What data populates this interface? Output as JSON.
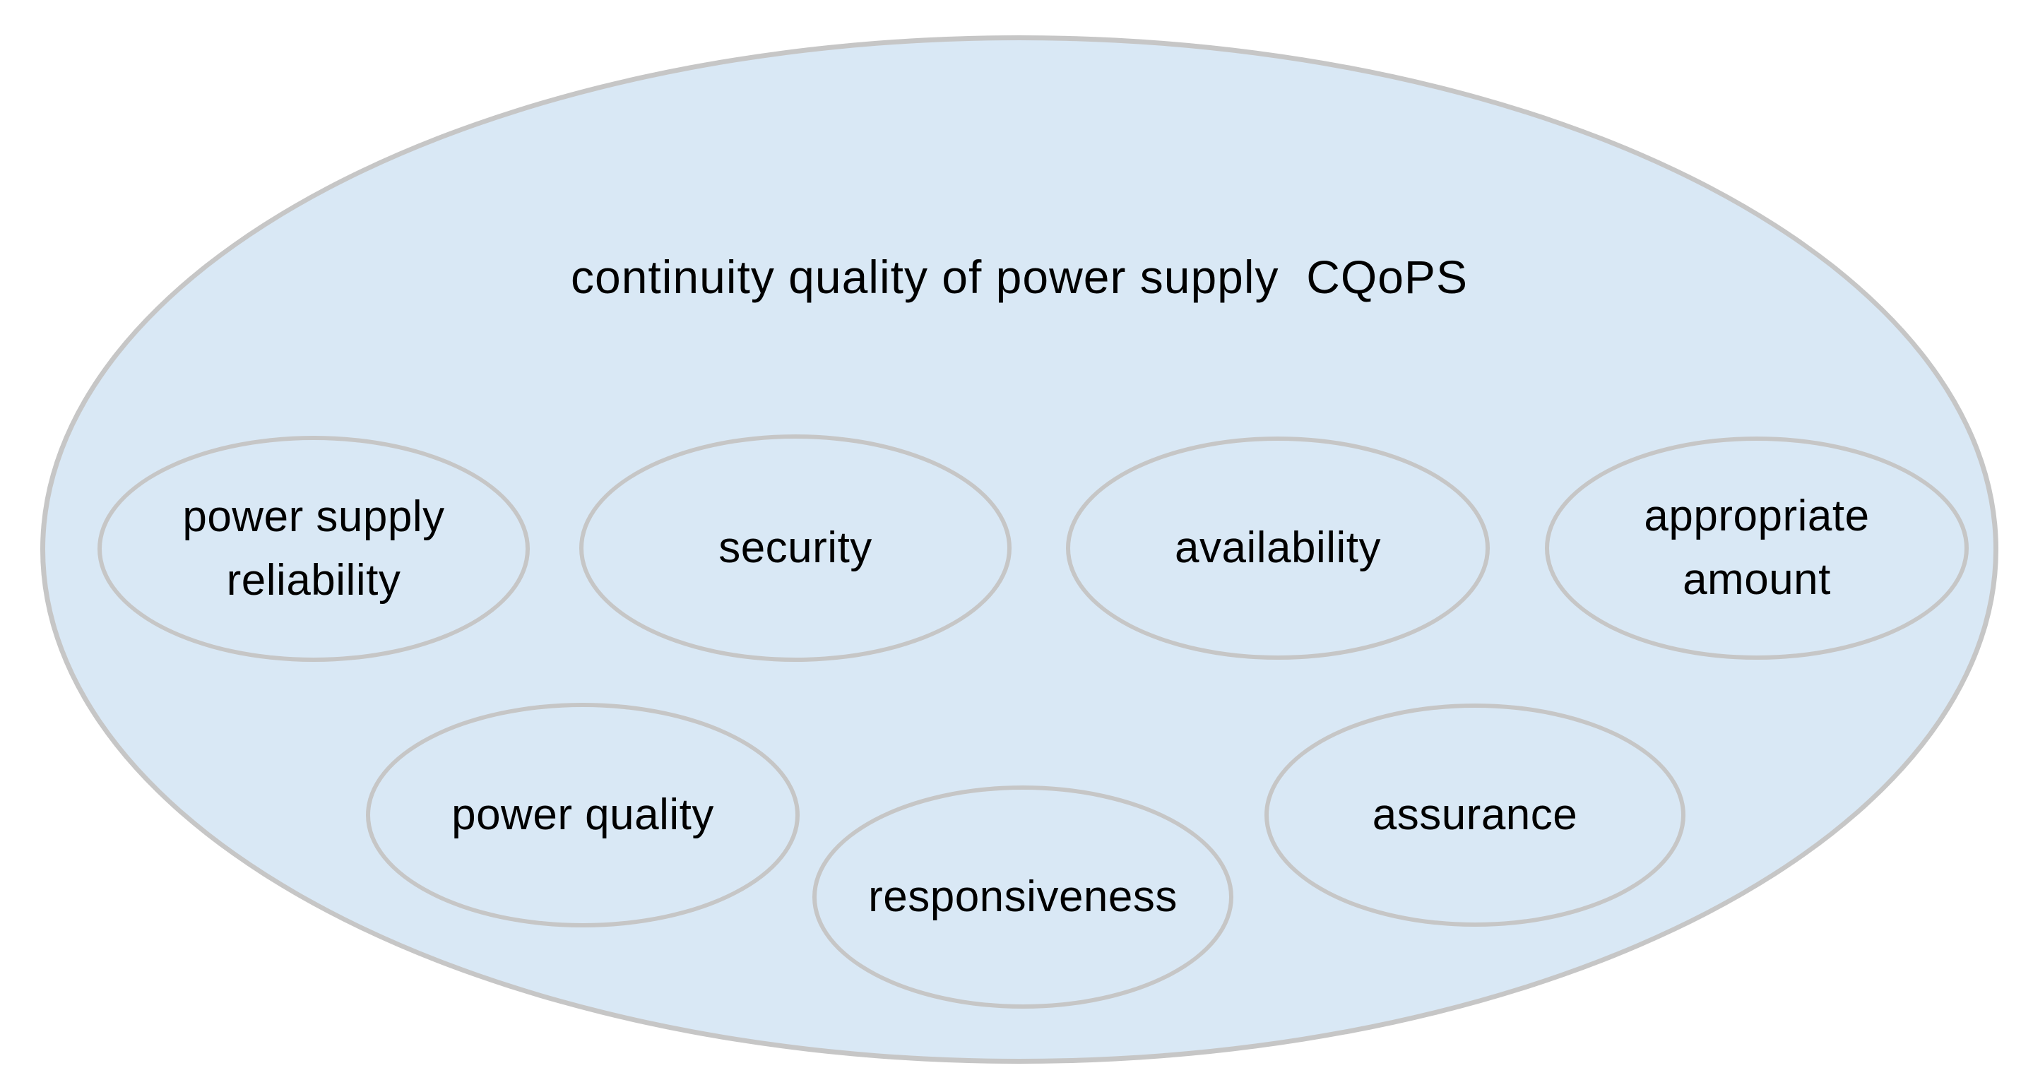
{
  "diagram": {
    "title": "continuity quality of power supply  CQoPS",
    "colors": {
      "ellipse_fill": "#d9e8f5",
      "ellipse_border": "#c6c6c6",
      "text": "#000000",
      "background": "#ffffff"
    },
    "nodes": [
      {
        "id": "power-supply-reliability",
        "label": "power supply\nreliability"
      },
      {
        "id": "security",
        "label": "security"
      },
      {
        "id": "availability",
        "label": "availability"
      },
      {
        "id": "appropriate-amount",
        "label": "appropriate\namount"
      },
      {
        "id": "power-quality",
        "label": "power quality"
      },
      {
        "id": "responsiveness",
        "label": "responsiveness"
      },
      {
        "id": "assurance",
        "label": "assurance"
      }
    ]
  }
}
